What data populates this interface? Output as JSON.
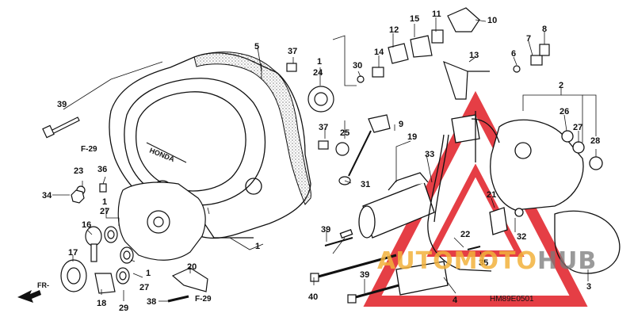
{
  "diagram": {
    "code": "HM89E0501",
    "front_label": "FR-",
    "refs": [
      "F-29",
      "F-29"
    ],
    "callouts": [
      "1",
      "1",
      "1",
      "1",
      "2",
      "3",
      "4",
      "5",
      "6",
      "7",
      "8",
      "9",
      "10",
      "11",
      "12",
      "13",
      "14",
      "15",
      "16",
      "17",
      "18",
      "19",
      "20",
      "21",
      "22",
      "23",
      "24",
      "25",
      "26",
      "27",
      "27",
      "27",
      "27",
      "28",
      "29",
      "30",
      "31",
      "32",
      "33",
      "34",
      "35",
      "36",
      "37",
      "37",
      "38",
      "39",
      "39",
      "39",
      "40"
    ]
  },
  "watermark": {
    "part1": "AUTO",
    "part2": "MOTO",
    "part3": "HUB",
    "accent_color": "#f2b23c",
    "triangle_color": "#e11d25"
  }
}
